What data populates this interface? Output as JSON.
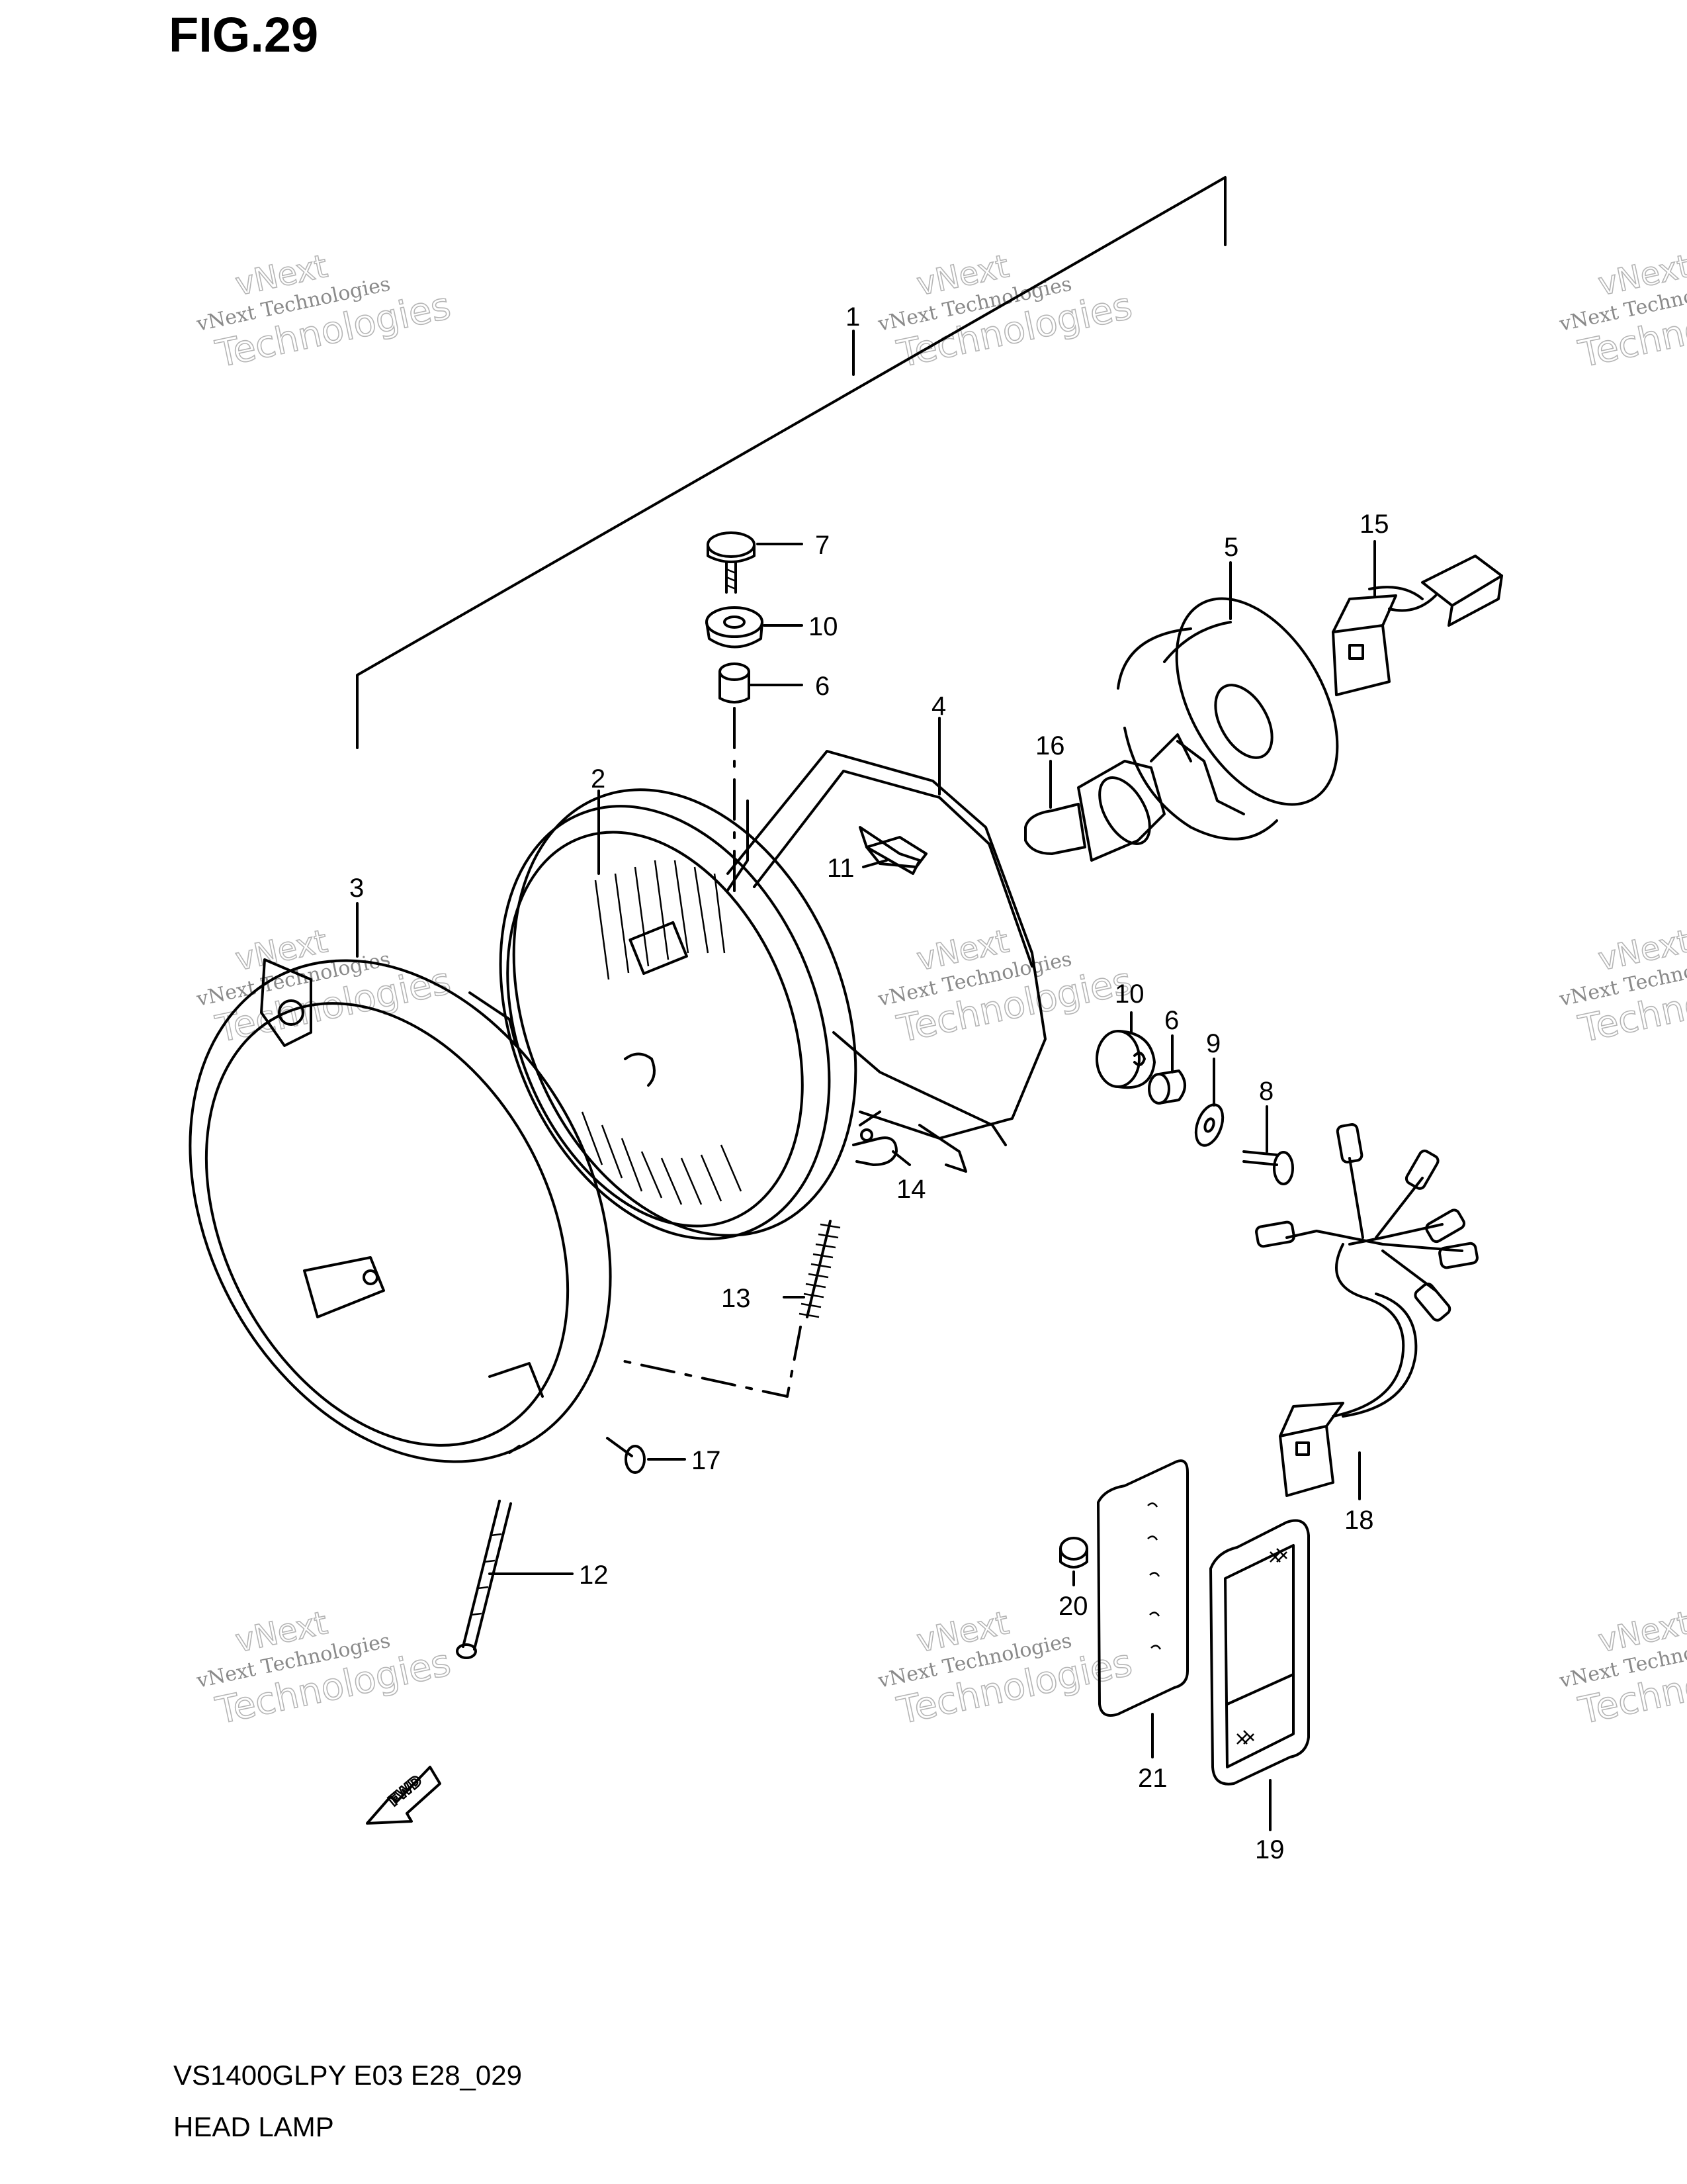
{
  "figure": {
    "title": "FIG.29",
    "model_code": "VS1400GLPY E03 E28_029",
    "name": "HEAD LAMP"
  },
  "watermark": {
    "line1": "vNext Technologies",
    "line2": "vNext",
    "line3": "Technologies"
  },
  "direction_marker": "FWD",
  "part_labels": {
    "p1": "1",
    "p2": "2",
    "p3": "3",
    "p4": "4",
    "p5": "5",
    "p6a": "6",
    "p6b": "6",
    "p7": "7",
    "p8": "8",
    "p9": "9",
    "p10a": "10",
    "p10b": "10",
    "p11": "11",
    "p12": "12",
    "p13": "13",
    "p14": "14",
    "p15": "15",
    "p16": "16",
    "p17": "17",
    "p18": "18",
    "p19": "19",
    "p20": "20",
    "p21": "21"
  },
  "colors": {
    "line": "#000000",
    "watermark": "#8a8a8a",
    "background": "#ffffff"
  }
}
